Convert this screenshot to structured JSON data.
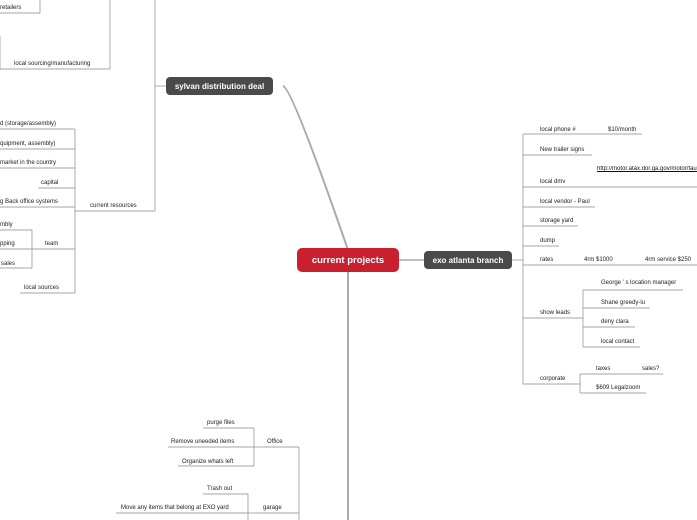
{
  "central": {
    "label": "current projects",
    "color": "#c8202f"
  },
  "branch_color": "#4a4a4a",
  "sylvan": {
    "label": "sylvan distribution deal",
    "items": {
      "retailers": "retailers",
      "local_sourcing": "local sourcing/manufacturing",
      "storage": "d (storage/assembly)",
      "equipment": "quipment, assembly)",
      "market": "market in the country",
      "capital": "capital",
      "back_office": "g Back office systems",
      "current_resources": "current resources",
      "assembly": "mbly",
      "shipping": "pping",
      "team": "team",
      "sales": "sales",
      "local_sources": "local sources"
    }
  },
  "exo": {
    "label": "exo atlanta branch",
    "items": {
      "phone": "local phone #",
      "phone_price": "$10/month",
      "trailer": "New  trailer signs",
      "dmv": "local dmv",
      "dmv_url": "http://motor.atax.dor.ga.gov/motor/fault.aspxhttp://motor.atax.dor.ga.gon/rs_Default.aspx",
      "vendor": "local vendor - Paul",
      "storage_yard": "storage yard",
      "dump": "dump",
      "rates": "rates",
      "rate_1": "4rm $1000",
      "rate_2": "4rm service $250",
      "show_leads": "show leads",
      "george": "George ' s location manager",
      "shane": "Shane greedy-lu",
      "deny": "deny clara",
      "local_contact": "local contact",
      "corporate": "corporate",
      "taxes": "taxes",
      "sales": "sales?",
      "legalzoom": "$609 Legalzoom"
    }
  },
  "office": {
    "label": "Office",
    "items": {
      "purge": "purge files",
      "remove": "Remove uneeded items",
      "organize": "Organize whats left"
    }
  },
  "garage": {
    "label": "garage",
    "items": {
      "trash": "Trash out",
      "move": "Move any items that belong at EXO yard"
    }
  }
}
